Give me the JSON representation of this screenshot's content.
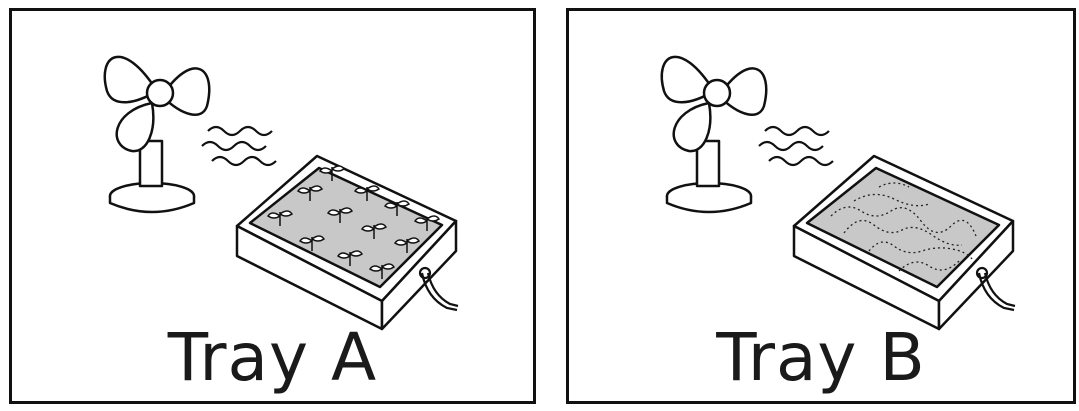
{
  "panels": [
    {
      "id": "tray-a",
      "caption": "Tray A",
      "tray_contents": "plants"
    },
    {
      "id": "tray-b",
      "caption": "Tray B",
      "tray_contents": "soil"
    }
  ],
  "colors": {
    "outline": "#111111",
    "tray_fill": "#c8c8c8",
    "background": "#ffffff"
  },
  "icons": [
    "fan-icon",
    "wind-lines-icon",
    "tray-icon",
    "plant-icon",
    "power-cord-icon",
    "soil-texture-icon"
  ]
}
